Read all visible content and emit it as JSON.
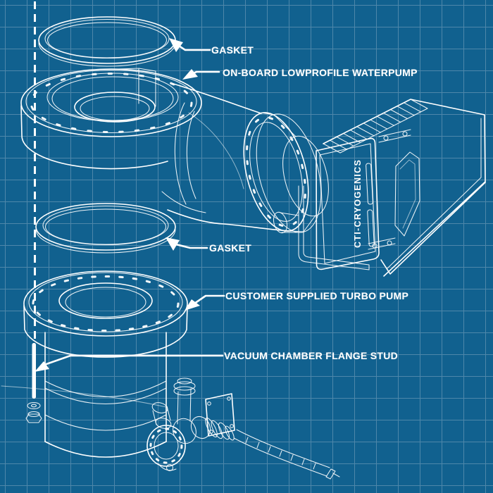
{
  "colors": {
    "background": "#11618f",
    "grid": "#4e87aa",
    "line_art": "#ffffff",
    "text": "#ffffff"
  },
  "callouts": [
    {
      "label": "GASKET"
    },
    {
      "label": "ON-BOARD LOWPROFILE WATERPUMP"
    },
    {
      "label": "GASKET"
    },
    {
      "label": "CUSTOMER SUPPLIED TURBO PUMP"
    },
    {
      "label": "VACUUM CHAMBER FLANGE STUD"
    }
  ],
  "pump_head": {
    "brand_vertical_text": "CTI-CRYOGENICS"
  }
}
